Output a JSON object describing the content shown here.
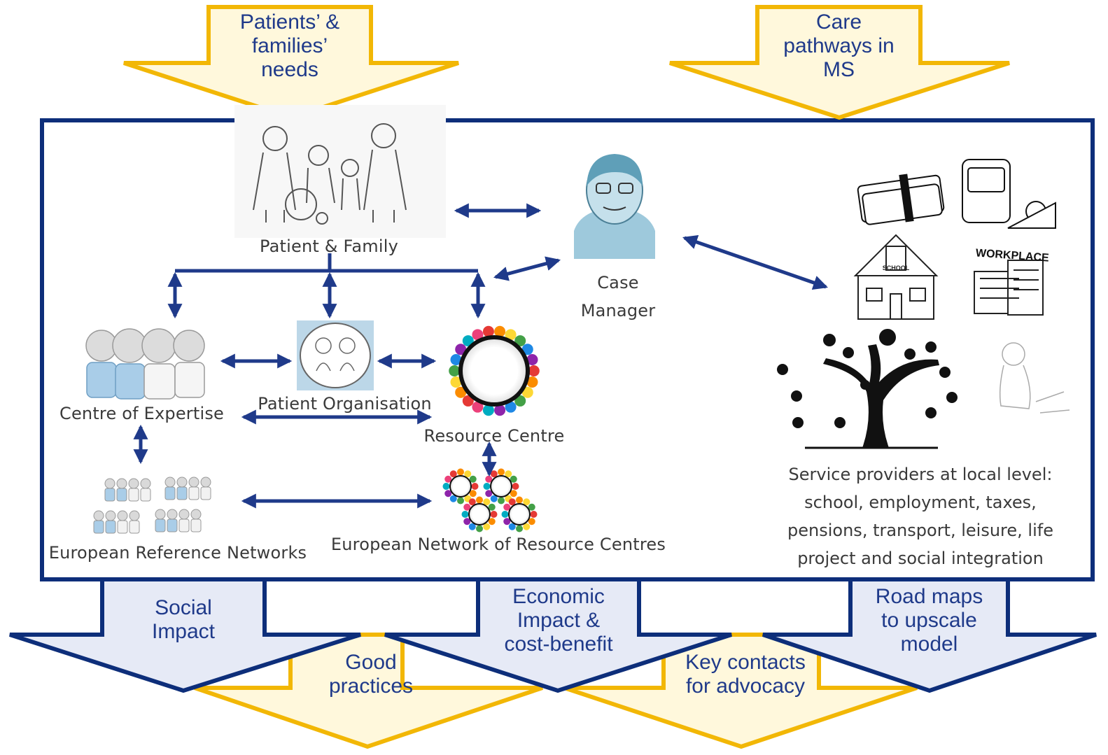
{
  "top_arrows": {
    "left": [
      "Patients’ &",
      "families’",
      "needs"
    ],
    "right": [
      "Care",
      "pathways in",
      "MS"
    ]
  },
  "nodes": {
    "patient_family": "Patient & Family",
    "case_manager": [
      "Case",
      "Manager"
    ],
    "centre_of_expertise": "Centre of Expertise",
    "patient_organisation": "Patient Organisation",
    "resource_centre": "Resource Centre",
    "european_reference_networks": "European Reference Networks",
    "european_network_resource_centres": "European Network of Resource Centres",
    "service_providers": [
      "Service providers at local level:",
      "school, employment, taxes,",
      "pensions, transport, leisure, life",
      "project and social integration"
    ],
    "workplace_sign": "WORKPLACE",
    "school_sign": "SCHOOL"
  },
  "bottom_blue_arrows": {
    "social": [
      "Social",
      "Impact"
    ],
    "economic": [
      "Economic",
      "Impact &",
      "cost-benefit"
    ],
    "roadmaps": [
      "Road maps",
      "to upscale",
      "model"
    ]
  },
  "bottom_yellow_arrows": {
    "good": [
      "Good",
      "practices"
    ],
    "key": [
      "Key contacts",
      "for advocacy"
    ]
  },
  "colors": {
    "navy": "#1f3a8a",
    "frame": "#0d2e7a",
    "yellow": "#f2b705",
    "cream": "#fff8dc",
    "lightblue": "#e6eaf6"
  }
}
